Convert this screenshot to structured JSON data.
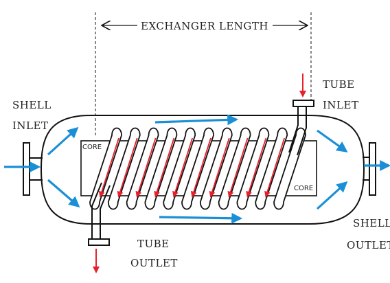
{
  "labels": {
    "exchanger_length": "EXCHANGER LENGTH",
    "shell_inlet_line1": "SHELL",
    "shell_inlet_line2": "INLET",
    "tube_inlet_line1": "TUBE",
    "tube_inlet_line2": "INLET",
    "tube_outlet_line1": "TUBE",
    "tube_outlet_line2": "OUTLET",
    "shell_outlet_line1": "SHELL",
    "shell_outlet_line2": "OUTLET",
    "core_left": "CORE",
    "core_right": "CORE"
  },
  "colors": {
    "outline": "#111111",
    "shell_flow": "#1a8fd6",
    "tube_flow": "#e8202a",
    "background": "#ffffff"
  },
  "coil": {
    "turns": 11
  }
}
